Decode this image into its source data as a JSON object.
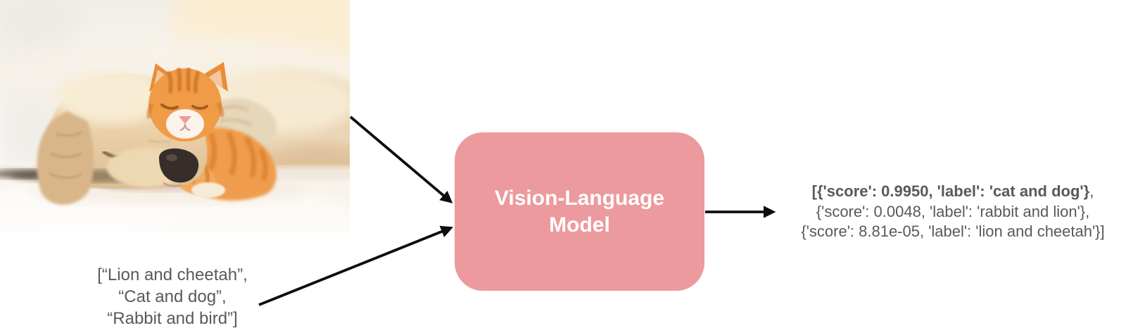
{
  "photo": {
    "alt": "Sleeping cream puppy with a ginger tabby kitten resting on its head on a white blanket"
  },
  "input_labels": {
    "lines": [
      "[“Lion and cheetah”,",
      "“Cat and dog”,",
      "“Rabbit and bird”]"
    ]
  },
  "model": {
    "label": "Vision-Language Model"
  },
  "output": {
    "line1_bold": "[{'score': 0.9950, 'label': 'cat and dog'}",
    "line1_tail": ",",
    "line2": "{'score': 0.0048, 'label': 'rabbit and lion'},",
    "line3": "{'score': 8.81e-05, 'label': 'lion and cheetah'}]"
  },
  "colors": {
    "model_fill": "#EC9A9D",
    "model_text": "#FFFFFF",
    "text_gray": "#595959",
    "arrow": "#0D0D0D"
  }
}
